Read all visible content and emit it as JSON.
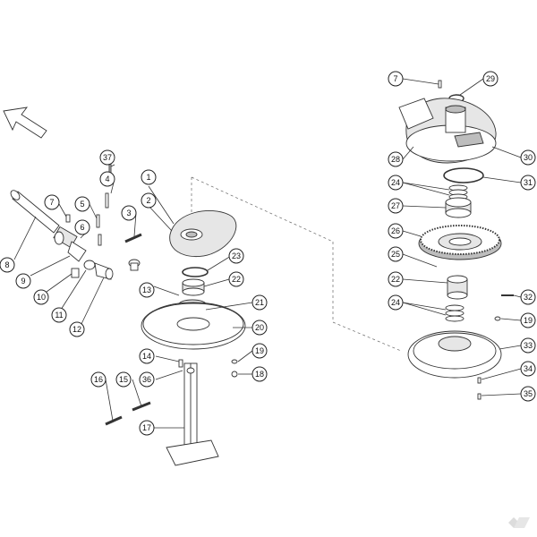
{
  "callouts": [
    {
      "label": "1"
    },
    {
      "label": "2"
    },
    {
      "label": "3"
    },
    {
      "label": "4"
    },
    {
      "label": "5"
    },
    {
      "label": "6"
    },
    {
      "label": "7"
    },
    {
      "label": "8"
    },
    {
      "label": "9"
    },
    {
      "label": "10"
    },
    {
      "label": "11"
    },
    {
      "label": "12"
    },
    {
      "label": "13"
    },
    {
      "label": "14"
    },
    {
      "label": "15"
    },
    {
      "label": "16"
    },
    {
      "label": "17"
    },
    {
      "label": "18"
    },
    {
      "label": "19"
    },
    {
      "label": "20"
    },
    {
      "label": "21"
    },
    {
      "label": "22"
    },
    {
      "label": "23"
    },
    {
      "label": "36"
    },
    {
      "label": "37"
    },
    {
      "label": "7"
    },
    {
      "label": "29"
    },
    {
      "label": "28"
    },
    {
      "label": "30"
    },
    {
      "label": "24"
    },
    {
      "label": "31"
    },
    {
      "label": "27"
    },
    {
      "label": "26"
    },
    {
      "label": "25"
    },
    {
      "label": "22"
    },
    {
      "label": "24"
    },
    {
      "label": "32"
    },
    {
      "label": "19"
    },
    {
      "label": "33"
    },
    {
      "label": "34"
    },
    {
      "label": "35"
    }
  ],
  "icons": {
    "direction_arrow": "arrow-up-left-icon",
    "brand_mark": "k-logo-icon"
  }
}
